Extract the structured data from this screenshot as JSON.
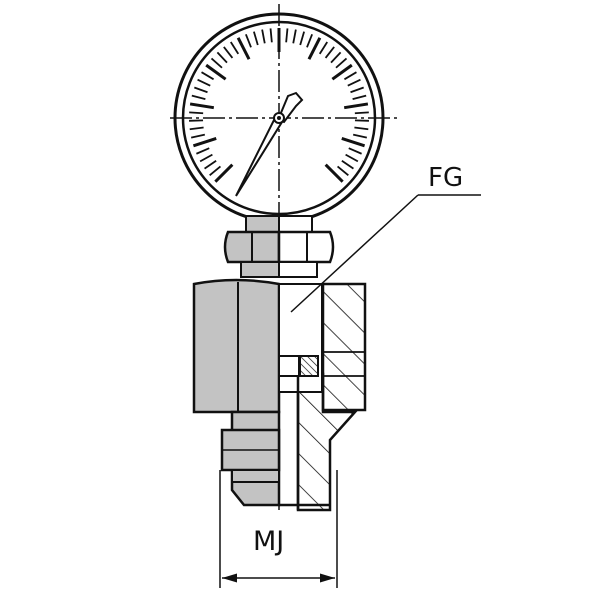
{
  "diagram": {
    "subject": "pressure gauge on straight adapter fitting (half section)",
    "labels": {
      "fg": "FG",
      "mj": "MJ"
    },
    "colors": {
      "line": "#111111",
      "fill_gray": "#c3c3c3",
      "background": "#ffffff"
    },
    "components": [
      {
        "name": "pressure-gauge",
        "type": "dial gauge with pointer"
      },
      {
        "name": "gauge-hex-nut",
        "type": "hex nut"
      },
      {
        "name": "body-hex",
        "type": "hex body, sectioned right half"
      },
      {
        "name": "o-ring-seal",
        "type": "seal, hatched"
      },
      {
        "name": "male-thread-end",
        "type": "male JIC end"
      },
      {
        "name": "dimension-mj",
        "type": "dimension line"
      },
      {
        "name": "leader-fg",
        "type": "leader line to female port"
      }
    ]
  }
}
